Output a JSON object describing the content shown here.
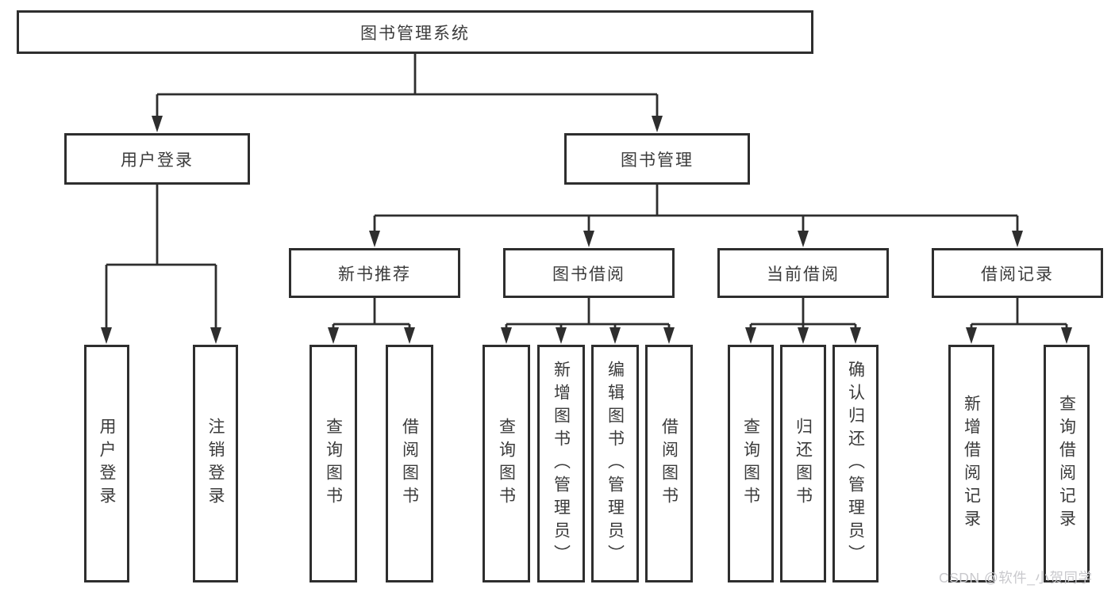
{
  "diagram_type": "hierarchy-tree",
  "tree": {
    "label": "图书管理系统",
    "children": [
      {
        "label": "用户登录",
        "children": [
          {
            "label": "用户登录"
          },
          {
            "label": "注销登录"
          }
        ]
      },
      {
        "label": "图书管理",
        "children": [
          {
            "label": "新书推荐",
            "children": [
              {
                "label": "查询图书"
              },
              {
                "label": "借阅图书"
              }
            ]
          },
          {
            "label": "图书借阅",
            "children": [
              {
                "label": "查询图书"
              },
              {
                "label": "新增图书（管理员）"
              },
              {
                "label": "编辑图书（管理员）"
              },
              {
                "label": "借阅图书"
              }
            ]
          },
          {
            "label": "当前借阅",
            "children": [
              {
                "label": "查询图书"
              },
              {
                "label": "归还图书"
              },
              {
                "label": "确认归还（管理员）"
              }
            ]
          },
          {
            "label": "借阅记录",
            "children": [
              {
                "label": "新增借阅记录"
              },
              {
                "label": "查询借阅记录"
              }
            ]
          }
        ]
      }
    ]
  },
  "watermark": "CSDN @软件_小贺同学",
  "colors": {
    "line": "#2e2e2e",
    "border": "#2e2e2e",
    "text": "#3b3b3b",
    "background": "#ffffff",
    "watermark": "#c9c9cd"
  }
}
